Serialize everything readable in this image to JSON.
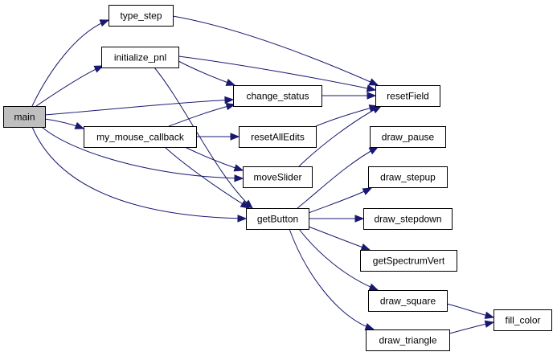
{
  "diagram": {
    "type": "call-graph",
    "nodes": [
      {
        "id": "main",
        "label": "main",
        "highlight": true
      },
      {
        "id": "type_step",
        "label": "type_step"
      },
      {
        "id": "initialize_pnl",
        "label": "initialize_pnl"
      },
      {
        "id": "my_mouse_callback",
        "label": "my_mouse_callback"
      },
      {
        "id": "change_status",
        "label": "change_status"
      },
      {
        "id": "resetAllEdits",
        "label": "resetAllEdits"
      },
      {
        "id": "moveSlider",
        "label": "moveSlider"
      },
      {
        "id": "getButton",
        "label": "getButton"
      },
      {
        "id": "resetField",
        "label": "resetField"
      },
      {
        "id": "draw_pause",
        "label": "draw_pause"
      },
      {
        "id": "draw_stepup",
        "label": "draw_stepup"
      },
      {
        "id": "draw_stepdown",
        "label": "draw_stepdown"
      },
      {
        "id": "getSpectrumVert",
        "label": "getSpectrumVert"
      },
      {
        "id": "draw_square",
        "label": "draw_square"
      },
      {
        "id": "draw_triangle",
        "label": "draw_triangle"
      },
      {
        "id": "fill_color",
        "label": "fill_color"
      }
    ],
    "edges": [
      {
        "from": "main",
        "to": "type_step"
      },
      {
        "from": "main",
        "to": "initialize_pnl"
      },
      {
        "from": "main",
        "to": "change_status"
      },
      {
        "from": "main",
        "to": "my_mouse_callback"
      },
      {
        "from": "main",
        "to": "moveSlider"
      },
      {
        "from": "main",
        "to": "getButton"
      },
      {
        "from": "type_step",
        "to": "resetField"
      },
      {
        "from": "initialize_pnl",
        "to": "resetField"
      },
      {
        "from": "initialize_pnl",
        "to": "change_status"
      },
      {
        "from": "initialize_pnl",
        "to": "getButton"
      },
      {
        "from": "my_mouse_callback",
        "to": "change_status"
      },
      {
        "from": "my_mouse_callback",
        "to": "resetAllEdits"
      },
      {
        "from": "my_mouse_callback",
        "to": "moveSlider"
      },
      {
        "from": "my_mouse_callback",
        "to": "getButton"
      },
      {
        "from": "change_status",
        "to": "resetField"
      },
      {
        "from": "resetAllEdits",
        "to": "resetField"
      },
      {
        "from": "moveSlider",
        "to": "resetField"
      },
      {
        "from": "getButton",
        "to": "draw_pause"
      },
      {
        "from": "getButton",
        "to": "draw_stepup"
      },
      {
        "from": "getButton",
        "to": "draw_stepdown"
      },
      {
        "from": "getButton",
        "to": "getSpectrumVert"
      },
      {
        "from": "getButton",
        "to": "draw_square"
      },
      {
        "from": "getButton",
        "to": "draw_triangle"
      },
      {
        "from": "draw_square",
        "to": "fill_color"
      },
      {
        "from": "draw_triangle",
        "to": "fill_color"
      }
    ]
  },
  "colors": {
    "edge": "#191970",
    "node_border": "#000000",
    "node_fill": "#ffffff",
    "highlight_fill": "#bfbfbf"
  }
}
